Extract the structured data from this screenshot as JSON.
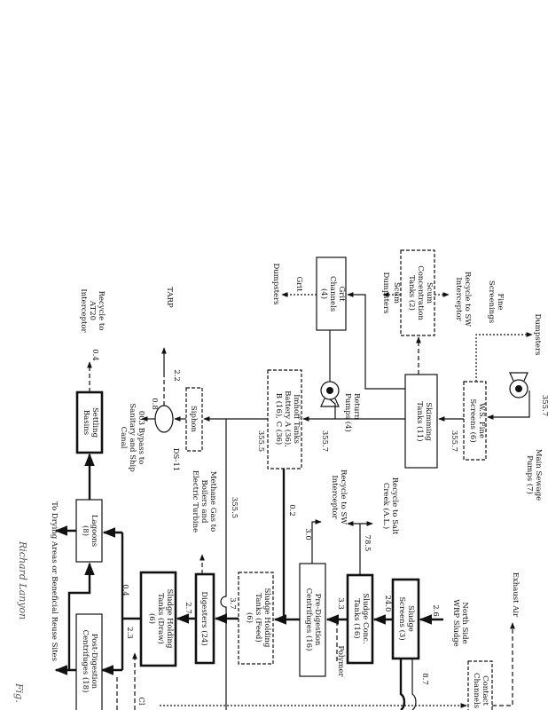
{
  "boxes": {
    "grit": [
      "Grit",
      "Channels",
      "(4)"
    ],
    "scum": [
      "Scum",
      "Concentration",
      "Tanks (2)"
    ],
    "skimming": [
      "Skimming",
      "Tanks (11)"
    ],
    "fine_screens": [
      "W.S. Fine",
      "Screens (6)"
    ],
    "imhoff": [
      "Imhoff Tanks",
      "Battery A (36),",
      "B (16), C (36)"
    ],
    "siphon": [
      "Siphon"
    ],
    "settling": [
      "Settling",
      "Basins"
    ],
    "lagoons": [
      "Lagoons",
      "(8)"
    ],
    "post_digestion": [
      "Post-Digestion",
      "Centrifuges (18)"
    ],
    "holding_draw": [
      "Sludge Holding",
      "Tanks (Draw)",
      "(6)"
    ],
    "digesters": [
      "Digesters (24)"
    ],
    "holding_feed": [
      "Sludge Holding",
      "Tanks (Feed)",
      "(6)"
    ],
    "pre_digestion": [
      "Pre-Digestion",
      "Centrifuges (16)"
    ],
    "sludge_conc": [
      "Sludge Conc.",
      "Tanks (16)"
    ],
    "sludge_screens": [
      "Sludge",
      "Screens (3)"
    ],
    "contact": [
      "Contact",
      "Channels"
    ]
  },
  "labels": {
    "grit_dumpsters": [
      "Grit",
      "Dumpsters"
    ],
    "scum_dumpsters": [
      "Scum",
      "Dumpsters"
    ],
    "recycle_sw_top": [
      "Recycle to SW",
      "Interceptor"
    ],
    "fine_screenings": [
      "Fine",
      "Screenings"
    ],
    "dumpsters": [
      "Dumpsters"
    ],
    "return_pumps": [
      "Return",
      "Pumps (4)"
    ],
    "main_pumps": [
      "Main Sewage",
      "Pumps (7)"
    ],
    "tarp": [
      "TARP"
    ],
    "recycle_at20": [
      "Recycle to",
      "AT20",
      "Interceptor"
    ],
    "ds11": [
      "DS-11"
    ],
    "bypass": [
      "003 Bypass to",
      "Sanitary and Ship",
      "Canal"
    ],
    "methane": [
      "Methane Gas to",
      "Boilers and",
      "Electric Turbine"
    ],
    "recycle_sw_mid": [
      "Recycle to SW",
      "Interceptor"
    ],
    "recycle_salt": [
      "Recycle to Salt",
      "Creek (A.L.)"
    ],
    "polymer": [
      "Polymer"
    ],
    "north_side": [
      "North Side",
      "WRP Sludge"
    ],
    "exhaust": [
      "Exhaust Air"
    ],
    "drying": [
      "To Drying Areas or Beneficial Reuse Sites"
    ],
    "cl": [
      "Cl"
    ]
  },
  "flows": {
    "f_main_pump": "355.7",
    "f_screens_skim": "355.7",
    "f_skim_imhoff": "355.7",
    "f_imhoff_out": "355.5",
    "f_to_main_line": "355.5",
    "f_tarp": "2.2",
    "f_bypass": "0.8",
    "f_settling": "0.4",
    "f_imhoff_sludge": "0.2",
    "f_predig_recycle": "3.0",
    "f_salt_creek": "78.5",
    "f_predig_in": "3.3",
    "f_conc_in": "24.0",
    "f_north": "2.6",
    "f_screens_bottom": "8.7",
    "f_digest_in": "3.7",
    "f_digest_out": "2.7",
    "f_lagoon": "0.4",
    "f_postdig": "2.3"
  },
  "signature": "Richard Lanyon",
  "figure_mark": "Fig."
}
